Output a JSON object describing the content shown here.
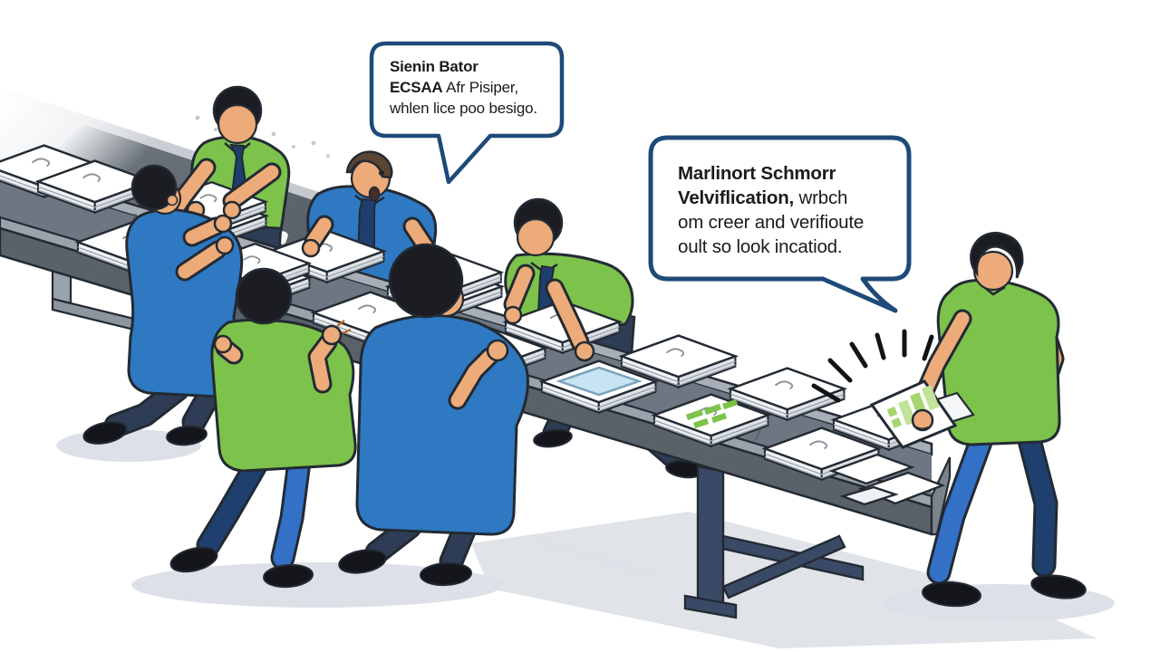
{
  "illustration": {
    "description": "Cartoon workers sorting white paper stacks on a long diagonal conveyor belt; one worker at right walks away holding a green-checked verified sheet under burst lines; a faded road runs along the top-left.",
    "background_color": "#ffffff"
  },
  "bubbles": [
    {
      "line1_bold": "Sienin Bator",
      "line2_bold": "ECSAA",
      "line2_rest": "Afr Pisiper,",
      "line3": "whlen lice poo besigo."
    },
    {
      "line1_bold": "Marlinort Schmorr",
      "line2_bold": "Velviflication,",
      "line2_rest": "wrbch",
      "line3": "om creer and verifioute",
      "line4": "oult so look incatiod."
    }
  ],
  "workers": [
    {
      "position": "far-left",
      "shirt": "blue",
      "view": "back",
      "pose": "leaning over belt"
    },
    {
      "position": "upper-left",
      "shirt": "green",
      "tie": true,
      "pose": "sorting stacks"
    },
    {
      "position": "center-left",
      "shirt": "blue",
      "tie": true,
      "hair": "brown",
      "expression": "open mouth",
      "pose": "sorting stacks"
    },
    {
      "position": "foreground-left",
      "shirt": "green",
      "view": "back",
      "pants": "jeans",
      "pose": "raised fist"
    },
    {
      "position": "foreground-center",
      "shirt": "blue",
      "view": "back",
      "pose": "reaching to belt"
    },
    {
      "position": "center-right",
      "shirt": "green",
      "tie": true,
      "pose": "bent over belt"
    },
    {
      "position": "right",
      "shirt": "green",
      "pants": "jeans",
      "pose": "walking right holding checked sheet"
    }
  ],
  "objects": {
    "conveyor_items": "white paper stacks",
    "special_sheet_tops": [
      "light-blue",
      "green-checked"
    ],
    "held_item": "white sheet with green check blocks",
    "emphasis": "burst lines"
  },
  "palette": {
    "bubble_border": "#1e4a7a",
    "shirt_green": "#7cc24b",
    "shirt_blue": "#2e79c2",
    "pants_navy": "#2e3d55",
    "jeans_blue": "#3371c6",
    "skin": "#ecab79",
    "belt_surface": "#6e7681",
    "belt_rail": "#a7aeb8",
    "road_grey": "#575e67",
    "shadow_grey": "#dde1e7",
    "sheet_green": "#a5d66e",
    "paper_white": "#ffffff"
  }
}
